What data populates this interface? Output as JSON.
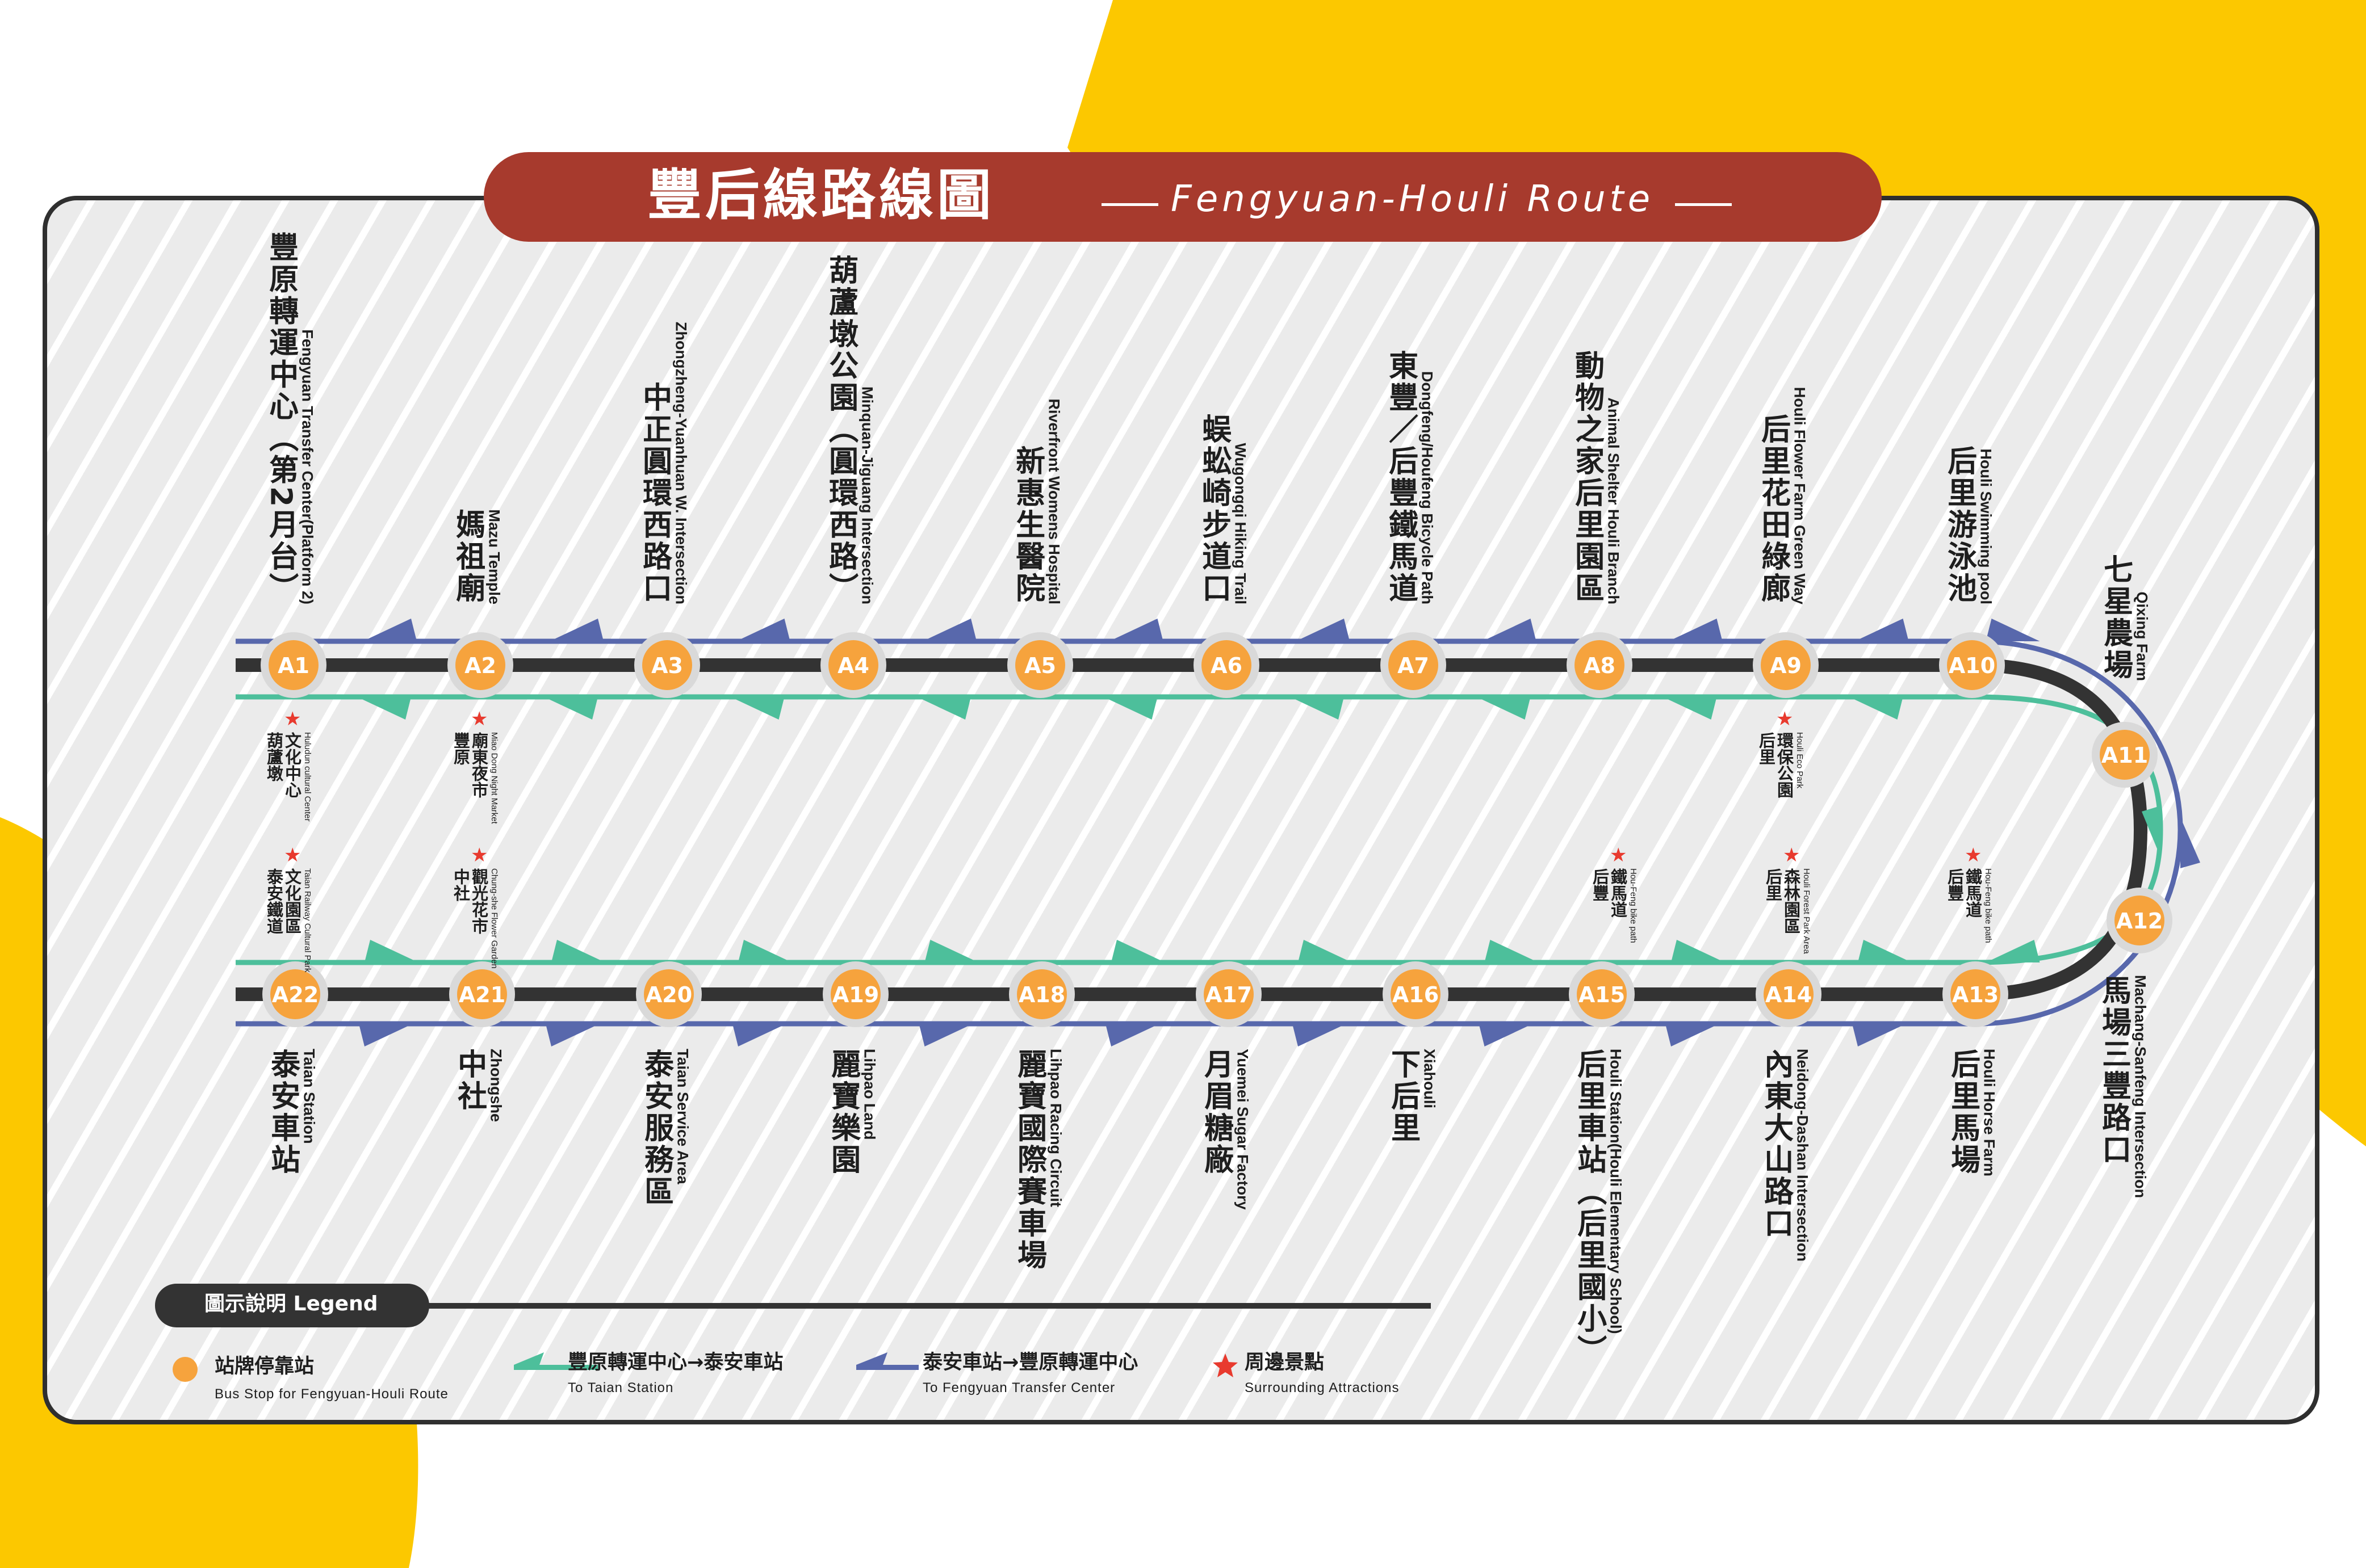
{
  "title": {
    "zh": "豐后線路線圖",
    "en": "Fengyuan-Houli Route"
  },
  "colors": {
    "yellow": "#fcc800",
    "red": "#a73a2d",
    "green": "#4dbf9b",
    "blue": "#5868ac",
    "orange": "#f6a33d",
    "dark": "#333333",
    "star": "#e83a2e"
  },
  "stations": [
    {
      "code": "A1",
      "zh": "豐原轉運中心（第2月台）",
      "en": "Fengyuan Transfer Center(Platform 2)"
    },
    {
      "code": "A2",
      "zh": "媽祖廟",
      "en": "Mazu Temple"
    },
    {
      "code": "A3",
      "zh": "中正圓環西路口",
      "en": "Zhongzheng-Yuanhuan W. Intersection"
    },
    {
      "code": "A4",
      "zh": "葫蘆墩公園（圓環西路）",
      "en": "Minquan-Jiguang Intersection"
    },
    {
      "code": "A5",
      "zh": "新惠生醫院",
      "en": "Riverfront Womens Hospital"
    },
    {
      "code": "A6",
      "zh": "蜈蚣崎步道口",
      "en": "Wugongqi Hiking Trail"
    },
    {
      "code": "A7",
      "zh": "東豐／后豐鐵馬道",
      "en": "Dongfeng/Houfeng Bicycle Path"
    },
    {
      "code": "A8",
      "zh": "動物之家后里園區",
      "en": "Animal Shelter Houli Branch"
    },
    {
      "code": "A9",
      "zh": "后里花田綠廊",
      "en": "Houli Flower Farm Green Way"
    },
    {
      "code": "A10",
      "zh": "后里游泳池",
      "en": "Houli Swimming pool"
    },
    {
      "code": "A11",
      "zh": "七星農場",
      "en": "Qixing Farm"
    },
    {
      "code": "A12",
      "zh": "馬場三豐路口",
      "en": "Machang-Sanfeng Intersection"
    },
    {
      "code": "A13",
      "zh": "后里馬場",
      "en": "Houli Horse Farm"
    },
    {
      "code": "A14",
      "zh": "內東大山路口",
      "en": "Neidong-Dashan Intersection"
    },
    {
      "code": "A15",
      "zh": "后里車站（后里國小）",
      "en": "Houli Station(Houli Elementary School)"
    },
    {
      "code": "A16",
      "zh": "下后里",
      "en": "Xiahouli"
    },
    {
      "code": "A17",
      "zh": "月眉糖廠",
      "en": "Yuemei Sugar Factory"
    },
    {
      "code": "A18",
      "zh": "麗寶國際賽車場",
      "en": "Lihpao Racing Circuit"
    },
    {
      "code": "A19",
      "zh": "麗寶樂園",
      "en": "Lihpao Land"
    },
    {
      "code": "A20",
      "zh": "泰安服務區",
      "en": "Taian Service Area"
    },
    {
      "code": "A21",
      "zh": "中社",
      "en": "Zhongshe"
    },
    {
      "code": "A22",
      "zh": "泰安車站",
      "en": "Taian Station"
    }
  ],
  "attractions": [
    {
      "area": "葫蘆墩",
      "zh": "文化中心",
      "en": "Huludun cultural Center"
    },
    {
      "area": "豐原",
      "zh": "廟東夜市",
      "en": "Miao Dong Night Market"
    },
    {
      "area": "后里",
      "zh": "環保公園",
      "en": "Houli Eco Park"
    },
    {
      "area": "泰安鐵道",
      "zh": "文化園區",
      "en": "Taian Railway Cultural Park"
    },
    {
      "area": "中社",
      "zh": "觀光花市",
      "en": "Chung-she Flower Garden"
    },
    {
      "area": "后豐",
      "zh": "鐵馬道",
      "en": "Hou-Feng bike path"
    },
    {
      "area": "后里",
      "zh": "森林園區",
      "en": "Houli Forest Park Area"
    },
    {
      "area": "后豐",
      "zh": "鐵馬道",
      "en": "Hou-Feng bike path"
    }
  ],
  "legend": {
    "title": "圖示說明  Legend",
    "items": [
      {
        "zh": "站牌停靠站",
        "en": "Bus Stop for Fengyuan-Houli Route"
      },
      {
        "zh": "豐原轉運中心→泰安車站",
        "en": "To Taian Station"
      },
      {
        "zh": "泰安車站→豐原轉運中心",
        "en": "To Fengyuan Transfer Center"
      },
      {
        "zh": "周邊景點",
        "en": "Surrounding Attractions"
      }
    ]
  }
}
